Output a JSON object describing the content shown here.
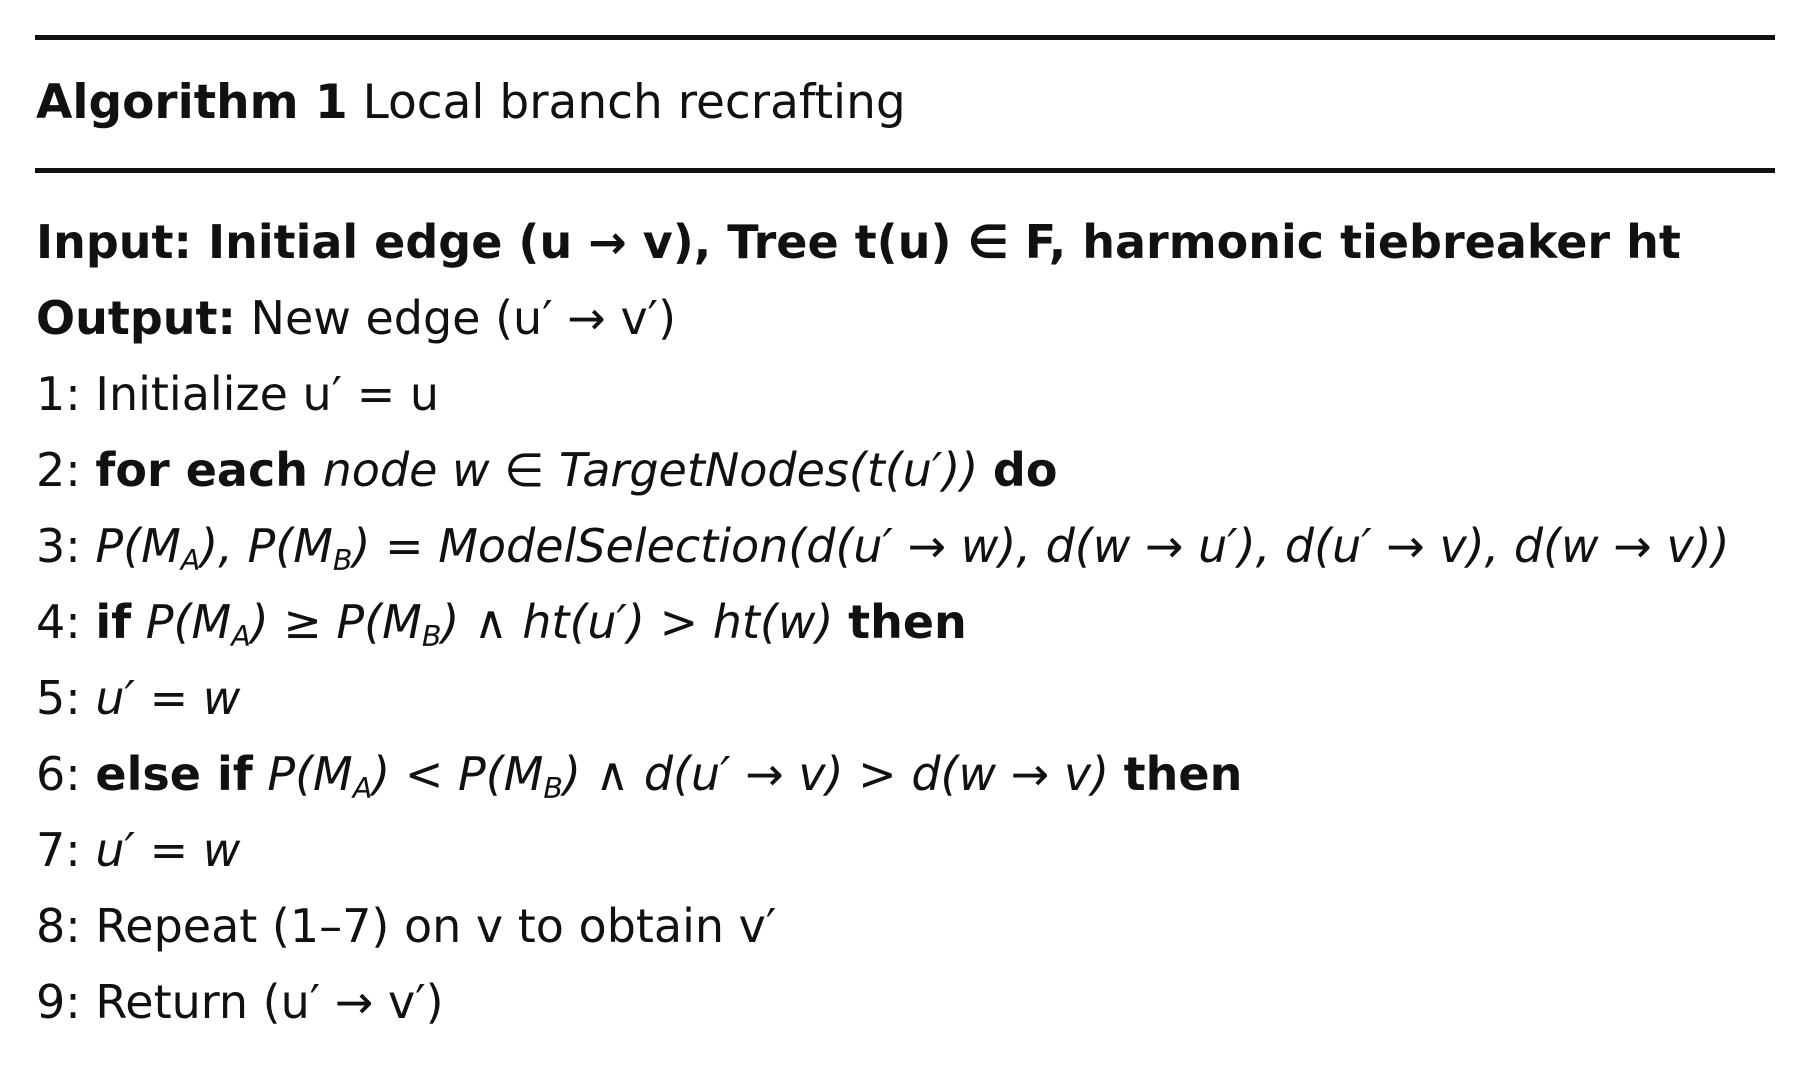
{
  "algorithm": {
    "label": "Algorithm 1",
    "title": "Local branch recrafting"
  },
  "header": {
    "input_label": "Input:",
    "input_text": "Initial edge (u → v), Tree t(u) ∈ F, harmonic tiebreaker ht",
    "output_label": "Output:",
    "output_text": "New edge (u′ → v′)"
  },
  "steps": [
    {
      "num": "1:",
      "text": "Initialize u′ = u"
    },
    {
      "num": "2:",
      "kw1": "for each",
      "text": "node w ∈ TargetNodes(t(u′))",
      "kw2": "do"
    },
    {
      "num": "3:",
      "text": "P(M_A), P(M_B) = ModelSelection(d(u′ → w), d(w → u′), d(u′ → v), d(w → v))"
    },
    {
      "num": "4:",
      "kw1": "if",
      "text": "P(M_A) ≥ P(M_B) ∧ ht(u′) > ht(w)",
      "kw2": "then"
    },
    {
      "num": "5:",
      "text": "u′ = w"
    },
    {
      "num": "6:",
      "kw1": "else if",
      "text": "P(M_A) < P(M_B) ∧ d(u′ → v) > d(w → v)",
      "kw2": "then"
    },
    {
      "num": "7:",
      "text": "u′ = w"
    },
    {
      "num": "8:",
      "text": "Repeat (1–7) on v to obtain v′"
    },
    {
      "num": "9:",
      "text": "Return (u′ → v′)"
    }
  ]
}
